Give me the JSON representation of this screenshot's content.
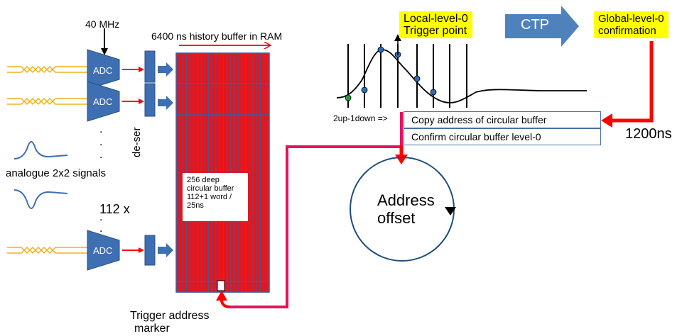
{
  "clock_label": "40 MHz",
  "history_buffer_label": "6400 ns history buffer in RAM",
  "adc_label": "ADC",
  "adc_count": 3,
  "vertical_dots": [
    ".",
    ".",
    ".",
    ".",
    "."
  ],
  "analogue_label": "analogue 2x2 signals",
  "multiplicity_label": "112 x",
  "deser_label": "de-ser",
  "buffer_description": [
    "256 deep",
    "circular buffer",
    "112+1 word /",
    "25ns"
  ],
  "trigger_marker_label": [
    "Trigger address",
    "marker"
  ],
  "local_trigger_label": [
    "Local-level-0",
    "Trigger point"
  ],
  "ctp_label": "CTP",
  "global_confirmation_label": [
    "Global-level-0",
    "confirmation"
  ],
  "algorithm_label": "2up-1down =>",
  "copy_address_label": "Copy address of circular buffer",
  "confirm_label": "Confirm circular buffer  level-0",
  "latency_label": "1200ns",
  "address_offset_label": [
    "Address",
    "offset"
  ],
  "colors": {
    "buffer_red": "#e8141a",
    "arrow_red": "#ff0000",
    "link_pink": "#e8115b",
    "steel_blue": "#3e6fb3",
    "ctp_blue": "#4f81bd",
    "twisted_pair": "#f0b020",
    "sample_point": "#2e6bb5",
    "trigger_point": "#1e9e3a",
    "highlight_yellow": "#ffff00"
  },
  "icons": [
    "twisted-pair-icon",
    "adc-trapezoid-icon",
    "deser-block-icon",
    "clock-arrow-icon",
    "circular-arrow-icon"
  ]
}
